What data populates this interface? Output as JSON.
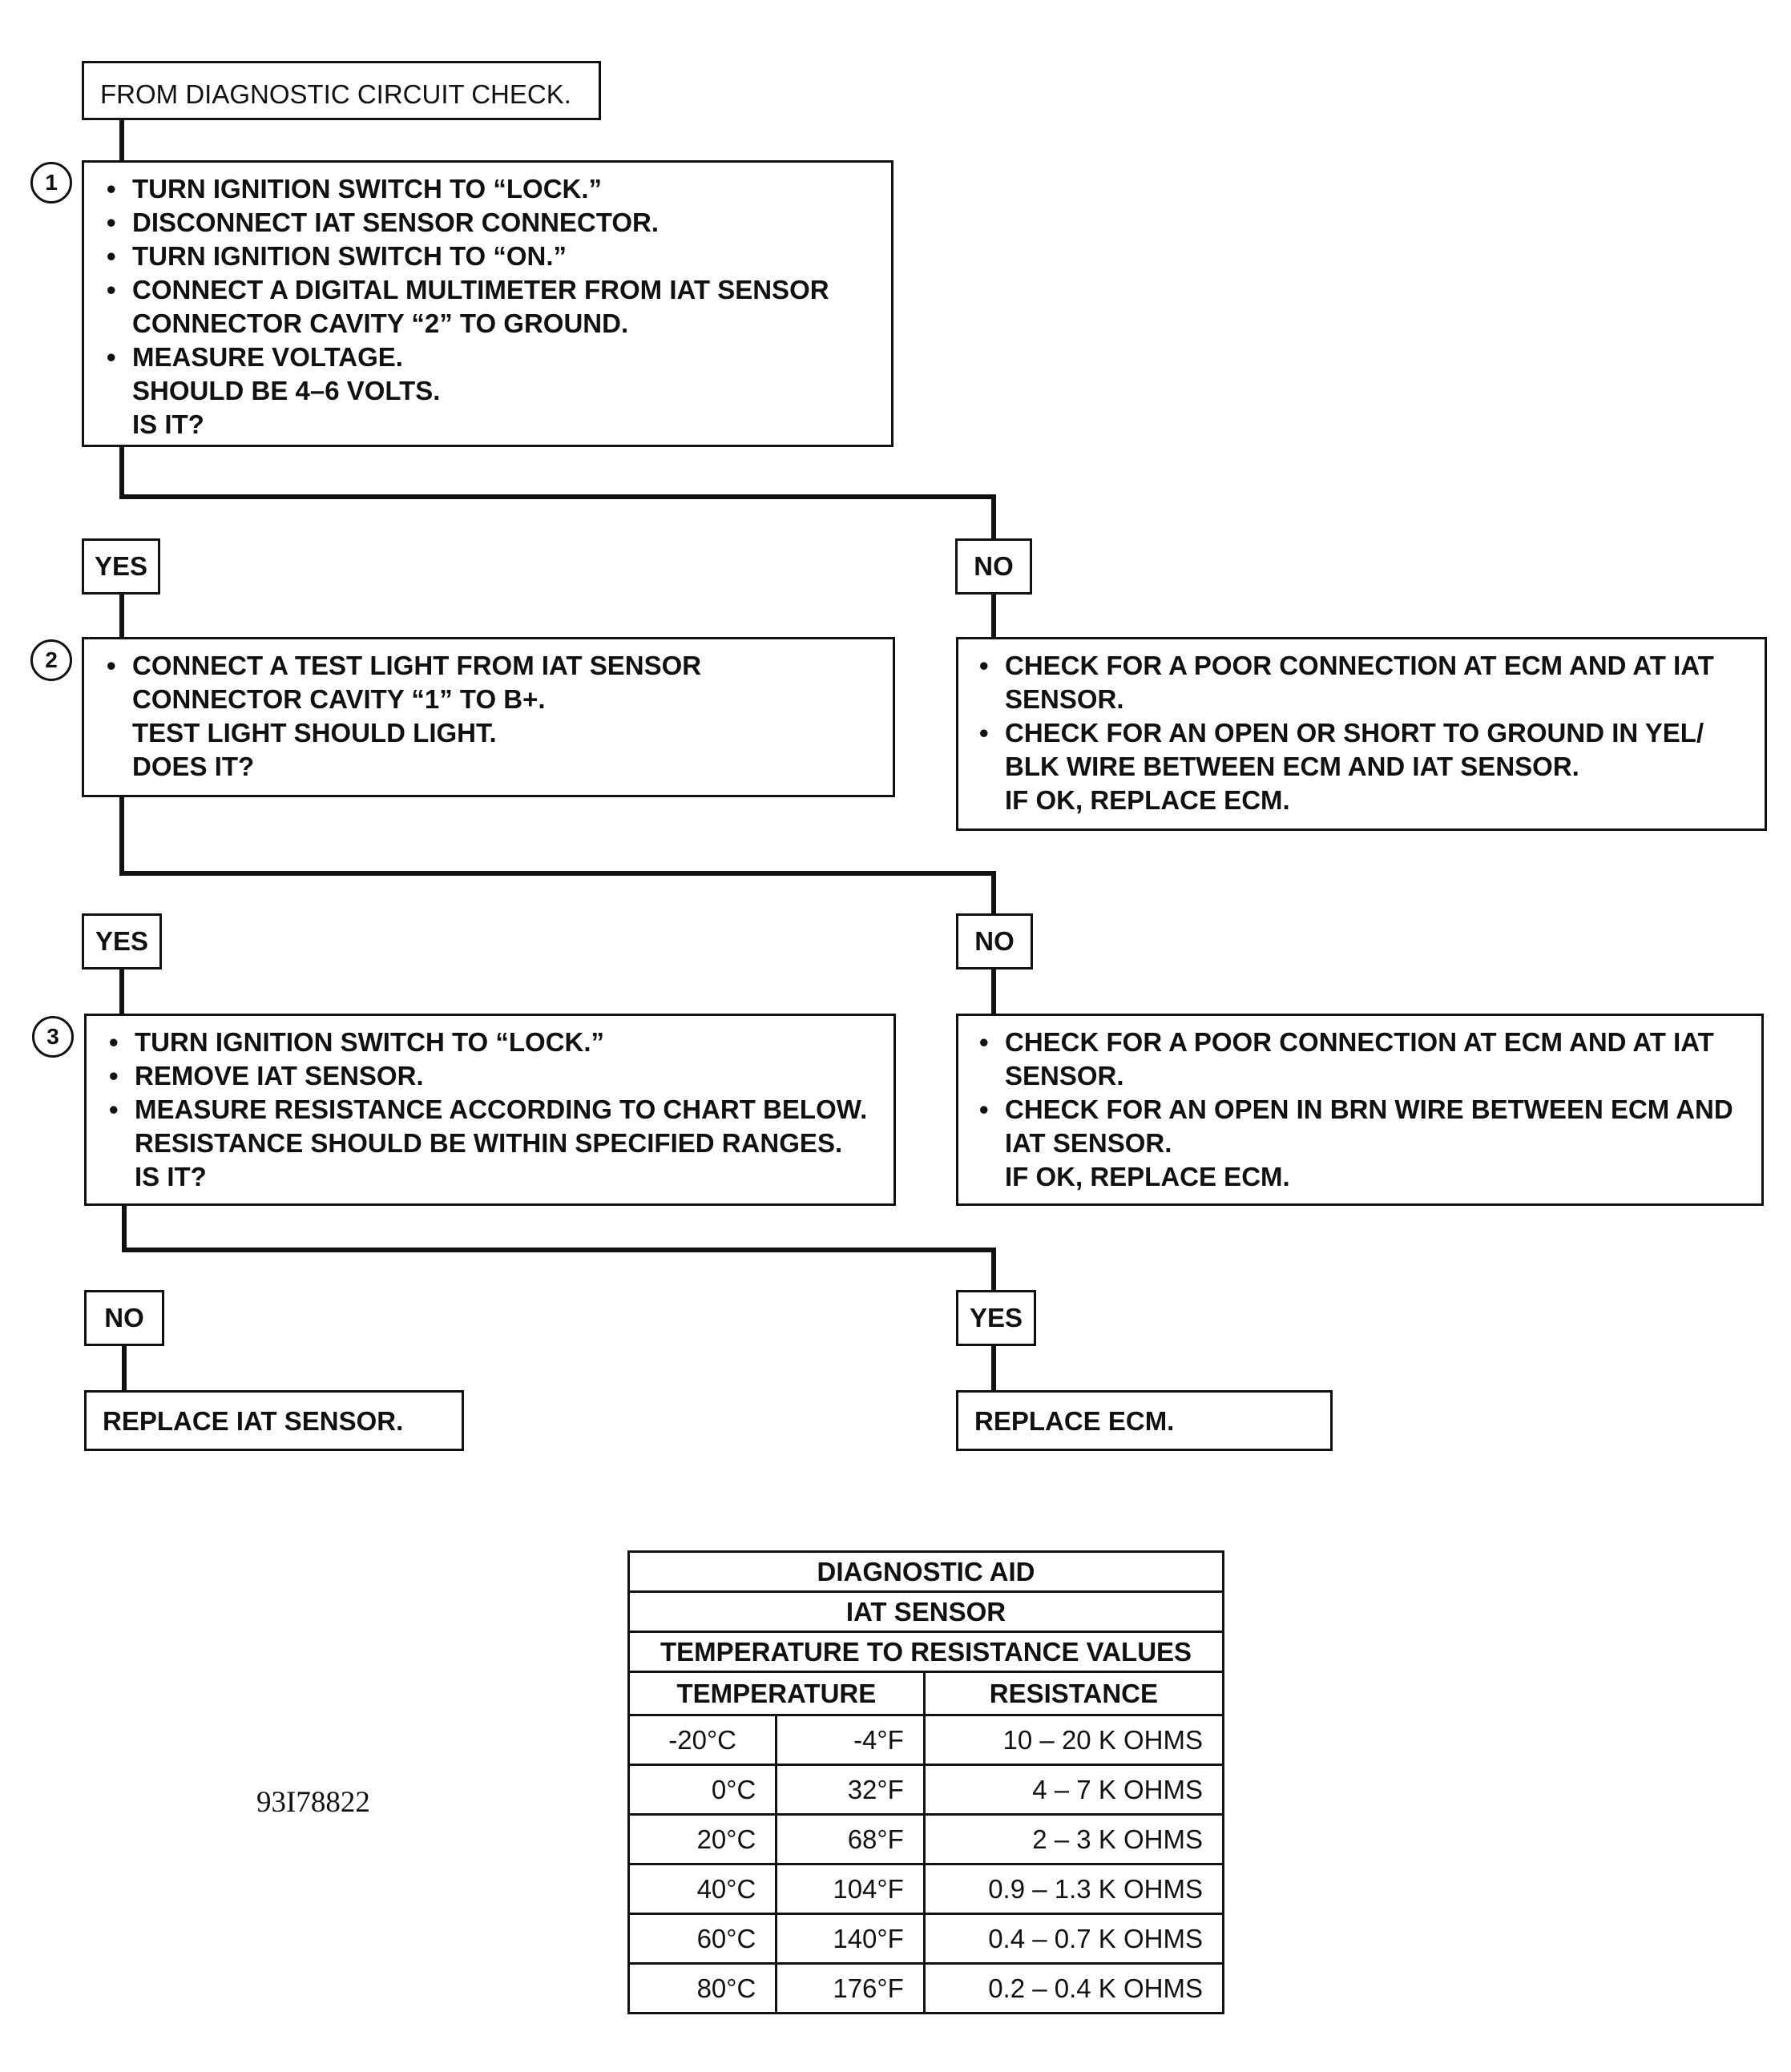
{
  "start": "FROM DIAGNOSTIC CIRCUIT CHECK.",
  "steps": [
    {
      "num": "1",
      "items": [
        "TURN IGNITION SWITCH TO “LOCK.”",
        "DISCONNECT IAT SENSOR CONNECTOR.",
        "TURN IGNITION SWITCH TO “ON.”",
        "CONNECT A DIGITAL MULTIMETER FROM IAT SENSOR CONNECTOR CAVITY “2” TO GROUND.",
        "MEASURE VOLTAGE."
      ],
      "tail": "SHOULD BE 4–6 VOLTS.\nIS IT?"
    },
    {
      "num": "2",
      "items": [
        "CONNECT A TEST LIGHT FROM IAT SENSOR CONNECTOR CAVITY “1” TO B+."
      ],
      "tail": "TEST LIGHT SHOULD LIGHT.\nDOES IT?"
    },
    {
      "num": "3",
      "items": [
        "TURN IGNITION SWITCH TO “LOCK.”",
        "REMOVE IAT SENSOR.",
        "MEASURE RESISTANCE ACCORDING TO CHART BELOW."
      ],
      "tail": "RESISTANCE SHOULD BE WITHIN SPECIFIED RANGES.\nIS IT?"
    }
  ],
  "branch_labels": {
    "b1_yes": "YES",
    "b1_no": "NO",
    "b2_yes": "YES",
    "b2_no": "NO",
    "b3_no": "NO",
    "b3_yes": "YES"
  },
  "actions": {
    "no1": {
      "items": [
        "CHECK FOR A POOR CONNECTION AT ECM AND AT IAT SENSOR.",
        "CHECK FOR AN OPEN OR SHORT TO GROUND IN YEL/ BLK WIRE BETWEEN ECM AND IAT SENSOR."
      ],
      "tail": "IF OK, REPLACE ECM."
    },
    "no2": {
      "items": [
        "CHECK FOR A POOR CONNECTION AT ECM AND AT IAT SENSOR.",
        "CHECK FOR AN OPEN IN BRN WIRE BETWEEN ECM AND IAT SENSOR."
      ],
      "tail": "IF OK, REPLACE ECM."
    },
    "replace_sensor": "REPLACE IAT SENSOR.",
    "replace_ecm": "REPLACE ECM."
  },
  "figure_id": "93I78822",
  "table": {
    "title1": "DIAGNOSTIC AID",
    "title2": "IAT SENSOR",
    "title3": "TEMPERATURE TO RESISTANCE VALUES",
    "col_temperature": "TEMPERATURE",
    "col_resistance": "RESISTANCE",
    "rows": [
      {
        "c": "-20°C",
        "f": "-4°F",
        "r": "10 – 20 K OHMS"
      },
      {
        "c": "0°C",
        "f": "32°F",
        "r": "4 – 7 K OHMS"
      },
      {
        "c": "20°C",
        "f": "68°F",
        "r": "2 – 3 K OHMS"
      },
      {
        "c": "40°C",
        "f": "104°F",
        "r": "0.9 – 1.3 K OHMS"
      },
      {
        "c": "60°C",
        "f": "140°F",
        "r": "0.4 – 0.7 K OHMS"
      },
      {
        "c": "80°C",
        "f": "176°F",
        "r": "0.2 – 0.4 K OHMS"
      }
    ]
  }
}
